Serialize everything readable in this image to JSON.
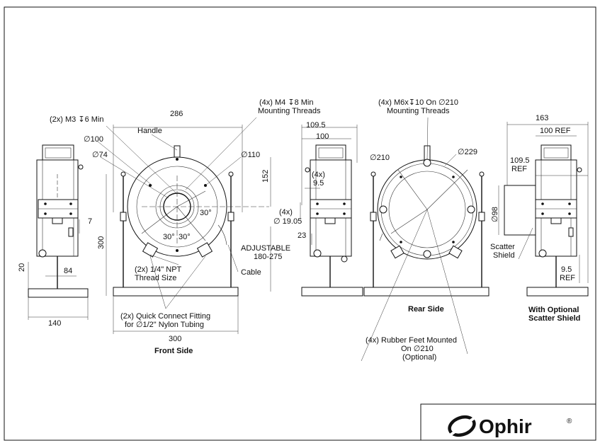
{
  "logo": {
    "brand": "Ophir",
    "reg": "®"
  },
  "views": {
    "front": "Front Side",
    "rear": "Rear Side",
    "shield_1": "With Optional",
    "shield_2": "Scatter Shield"
  },
  "annotations": {
    "m3": "(2x) M3",
    "m3_depth": "6 Min",
    "m4": "(4x) M4",
    "m4_depth": "8 Min",
    "m4_2": "Mounting Threads",
    "m6": "(4x) M6x",
    "m6_depth": "10 On",
    "m6_dia": "210",
    "m6_2": "Mounting Threads",
    "handle": "Handle",
    "adjustable_1": "ADJUSTABLE",
    "adjustable_2": "180-275",
    "cable": "Cable",
    "npt_1": "(2x) 1/4\" NPT",
    "npt_2": "Thread Size",
    "qc_1": "(2x) Quick Connect Fitting",
    "qc_2a": "for",
    "qc_2b": "1/2\" Nylon Tubing",
    "feet_1": "(4x) Rubber Feet Mounted",
    "feet_2a": "On",
    "feet_2b": "210",
    "feet_3": "(Optional)",
    "four_x": "(4x)",
    "scatter_1": "Scatter",
    "scatter_2": "Shield",
    "ref": "REF",
    "ref_100": "100 REF"
  },
  "dimensions": {
    "d286": "286",
    "d100": "100",
    "d74": "74",
    "d110": "110",
    "d152": "152",
    "d300v": "300",
    "d300h": "300",
    "d140": "140",
    "d20": "20",
    "d84": "84",
    "d7": "7",
    "d30a": "30°",
    "d30b": "30°",
    "d30c": "30°",
    "d109_5": "109.5",
    "d100b": "100",
    "d9_5": "9.5",
    "d19_05": "19.05",
    "d23": "23",
    "d210": "210",
    "d229": "229",
    "d163": "163",
    "d109_5r": "109.5",
    "d98": "98",
    "d9_5r": "9.5"
  },
  "symbols": {
    "dia": "∅",
    "depth": "↧"
  }
}
